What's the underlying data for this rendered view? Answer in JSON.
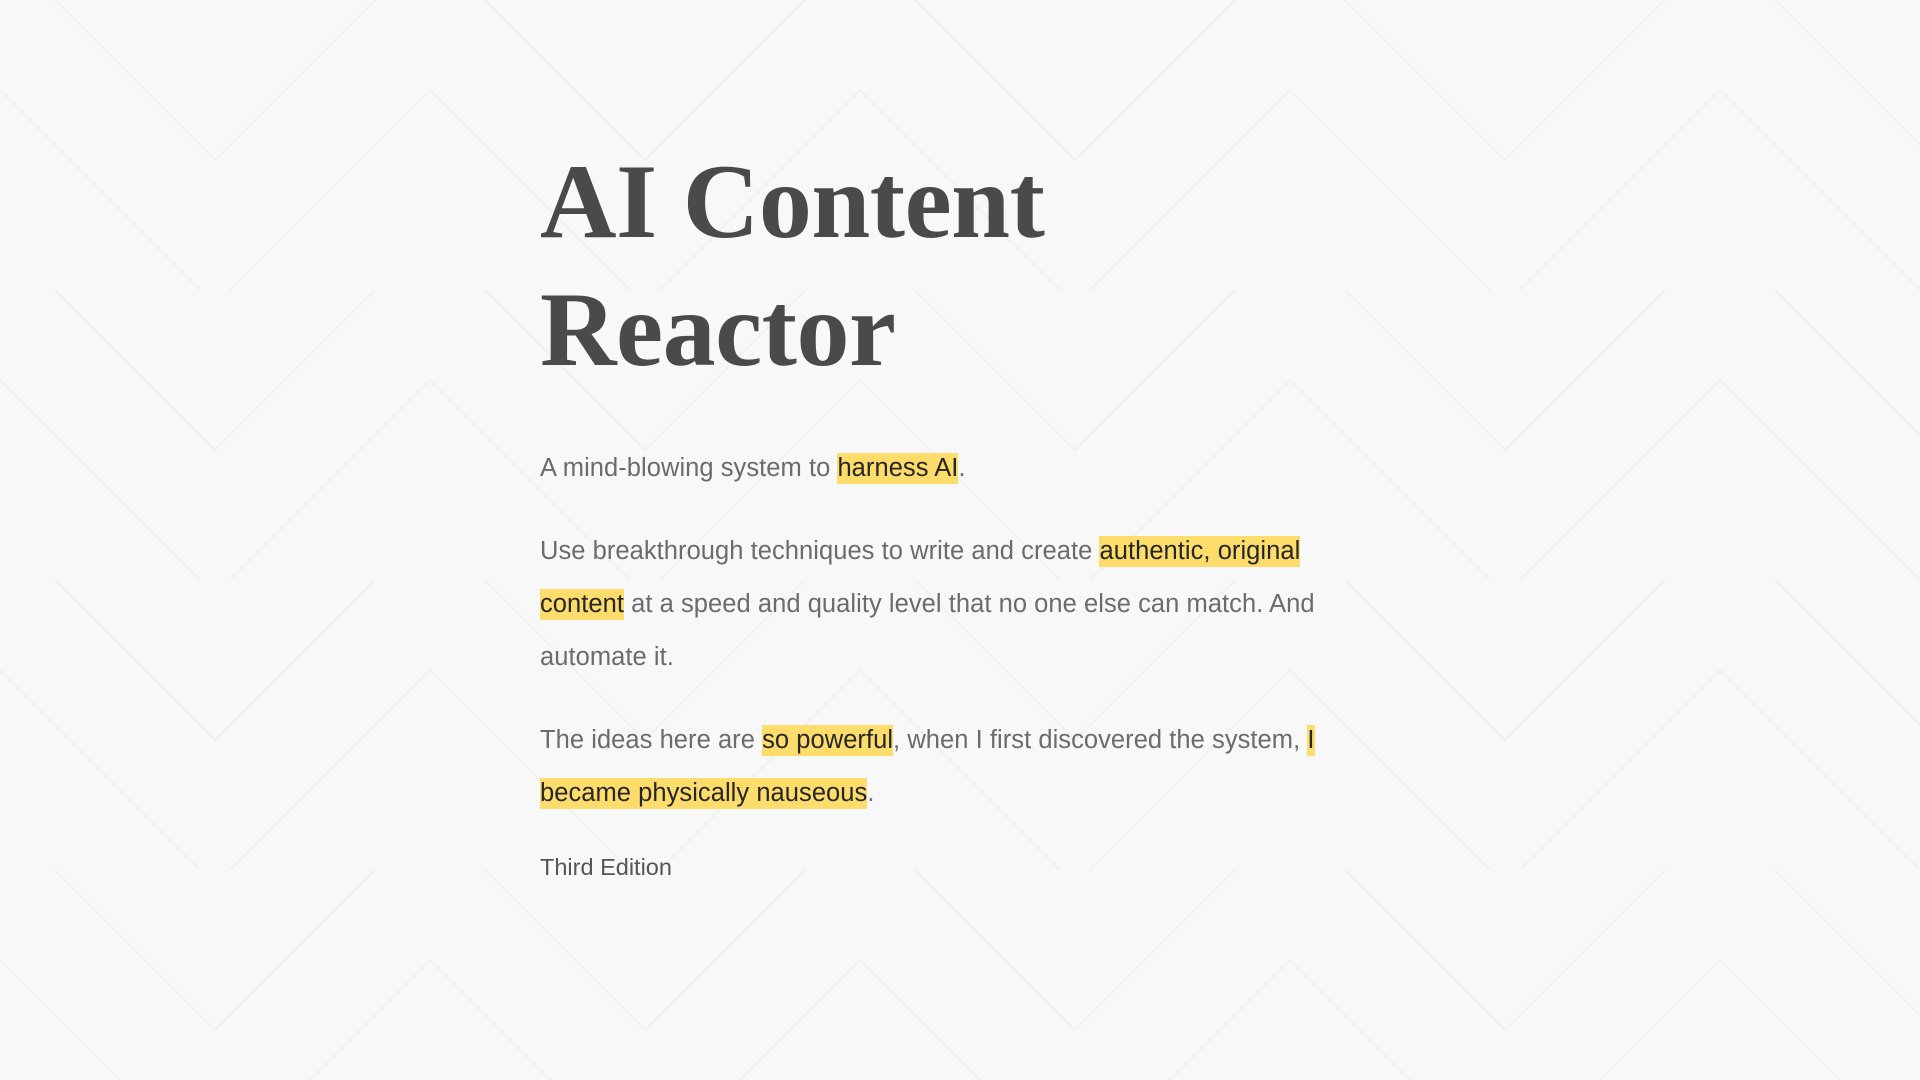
{
  "page": {
    "background_color": "#f8f8f8",
    "pattern_line_color": "#f1f1f1",
    "highlight_color": "#fcdc6b",
    "title_color": "#4a4a4a",
    "body_color": "#6b6b6b",
    "highlight_text_color": "#262626",
    "edition_color": "#555555"
  },
  "title": "AI Content Reactor",
  "paragraphs": [
    {
      "id": "para-1",
      "runs": [
        {
          "text": "A mind-blowing system to ",
          "highlight": false
        },
        {
          "text": "harness AI",
          "highlight": true
        },
        {
          "text": ".",
          "highlight": false
        }
      ]
    },
    {
      "id": "para-2",
      "runs": [
        {
          "text": "Use breakthrough techniques to write and create ",
          "highlight": false
        },
        {
          "text": "authentic, original content",
          "highlight": true
        },
        {
          "text": " at a speed and quality level that no one else can match. And automate it.",
          "highlight": false
        }
      ]
    },
    {
      "id": "para-3",
      "runs": [
        {
          "text": "The ideas here are ",
          "highlight": false
        },
        {
          "text": "so powerful",
          "highlight": true
        },
        {
          "text": ", when I first discovered the system, ",
          "highlight": false
        },
        {
          "text": "I became physically nauseous",
          "highlight": true
        },
        {
          "text": ".",
          "highlight": false
        }
      ]
    }
  ],
  "edition": "Third Edition"
}
